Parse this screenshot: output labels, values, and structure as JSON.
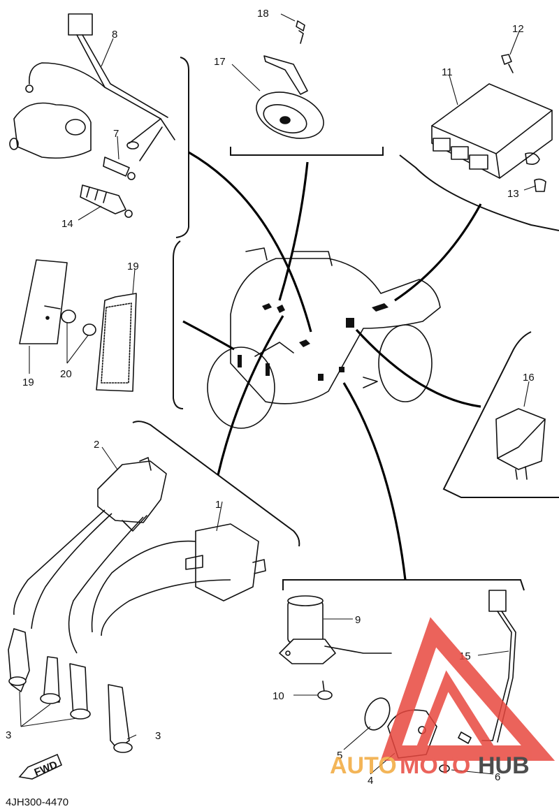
{
  "diagram_code": "4JH300-4470",
  "fwd_label": "FWD",
  "watermark": {
    "text_auto": "AUTO",
    "text_moto": "MOTO",
    "text_hub": "HUB",
    "color_red": "#e8483f",
    "color_orange": "#f2a93b",
    "color_dark": "#2f2f2f"
  },
  "callouts": {
    "c1": "1",
    "c2": "2",
    "c3a": "3",
    "c3b": "3",
    "c4": "4",
    "c5": "5",
    "c6": "6",
    "c7": "7",
    "c8": "8",
    "c9": "9",
    "c10": "10",
    "c11": "11",
    "c12": "12",
    "c13": "13",
    "c14": "14",
    "c15": "15",
    "c16": "16",
    "c17": "17",
    "c18": "18",
    "c19a": "19",
    "c19b": "19",
    "c20": "20"
  }
}
